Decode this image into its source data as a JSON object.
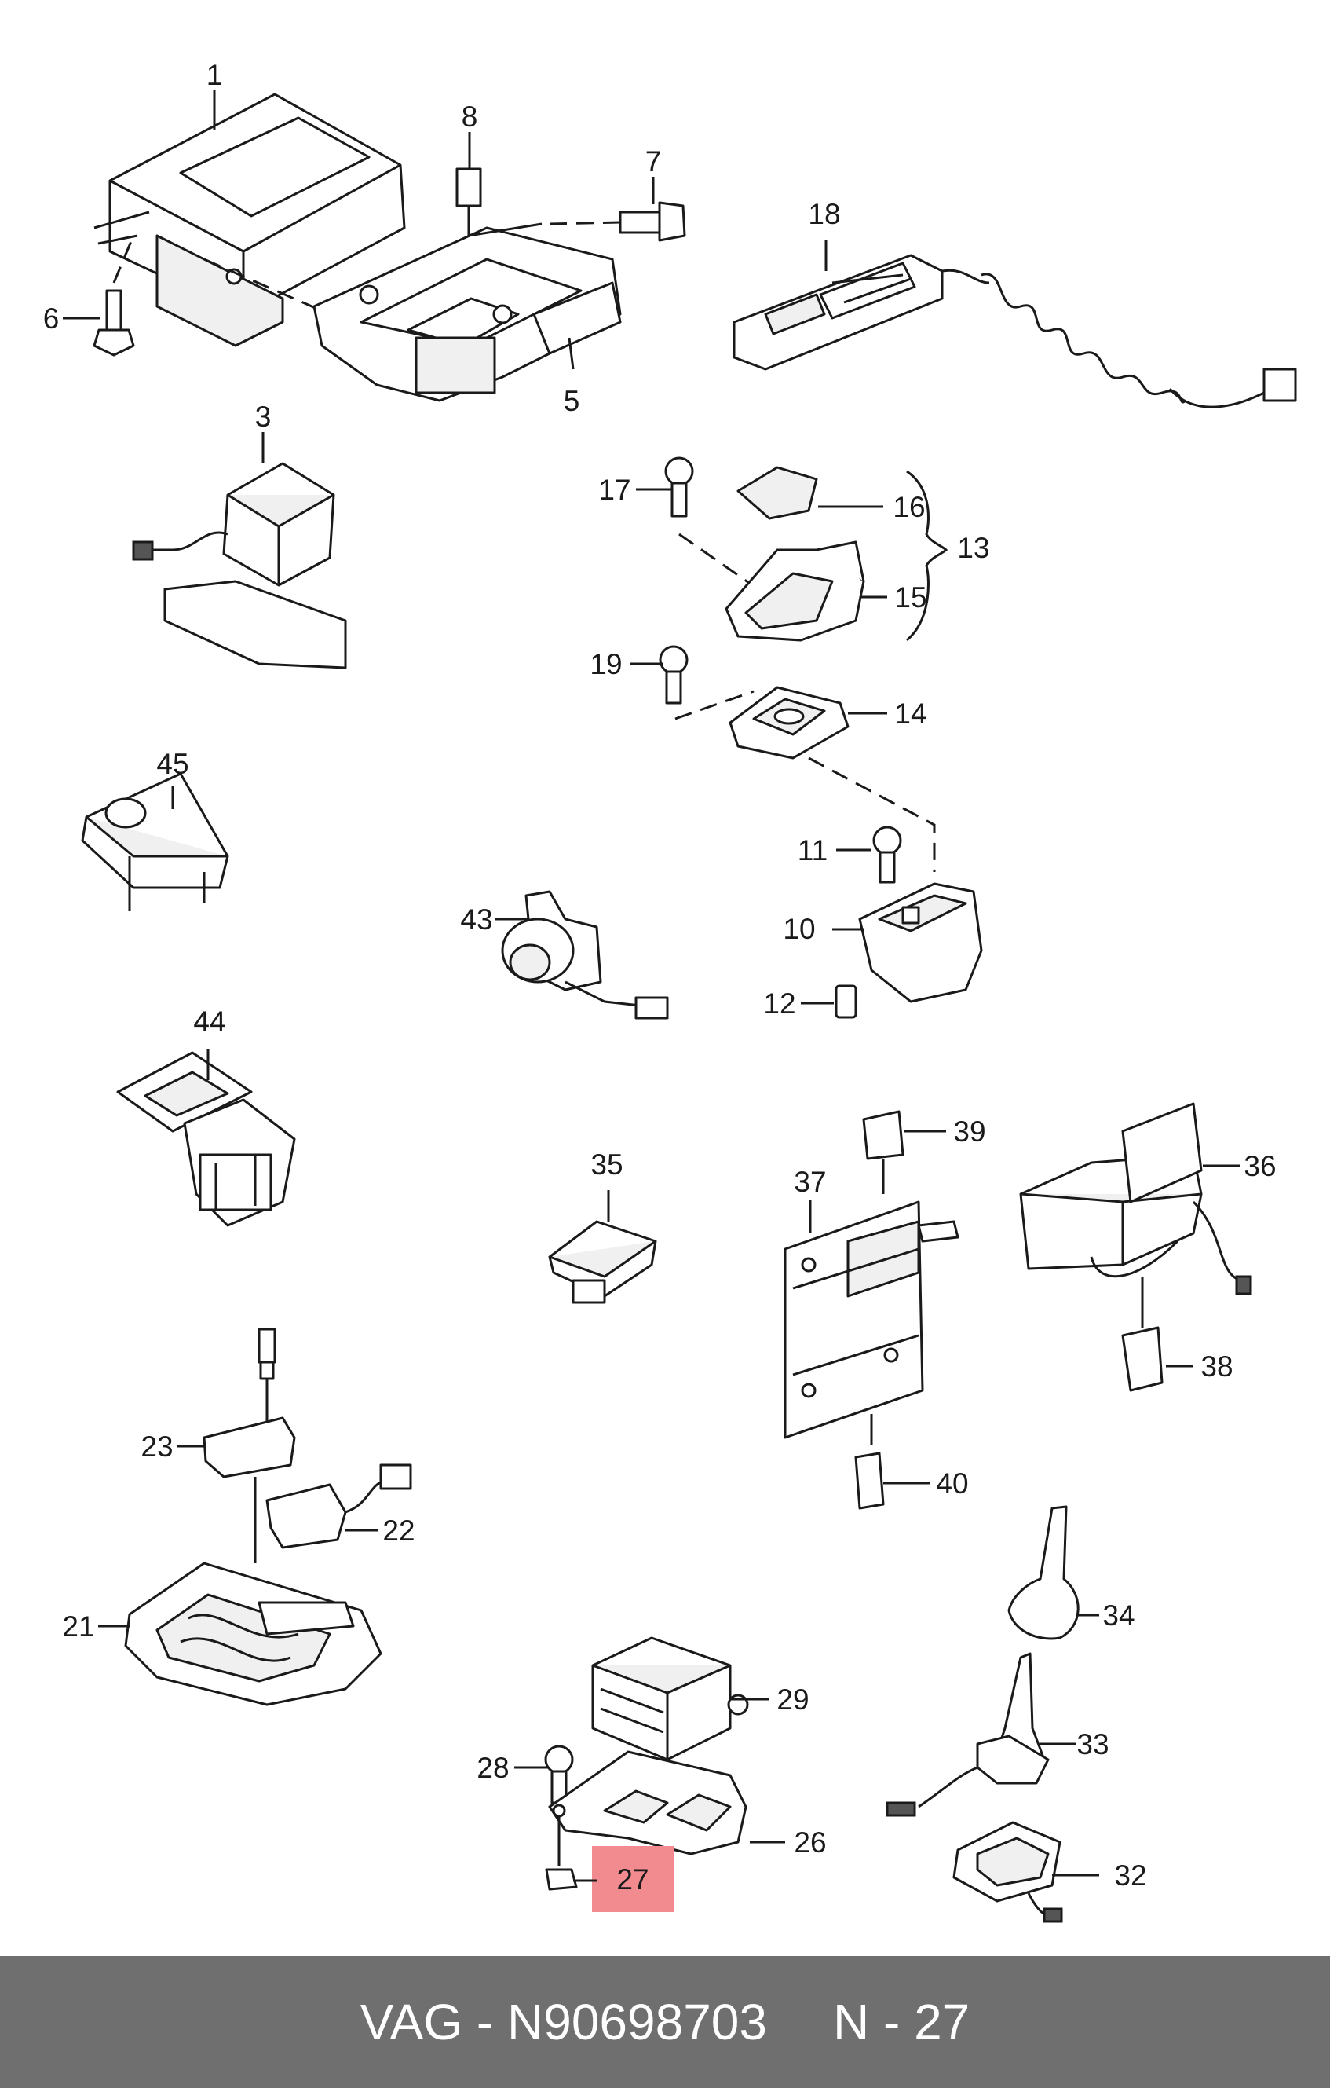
{
  "highlight": {
    "label": "27",
    "color": "#f28b8f"
  },
  "labels": [
    "1",
    "3",
    "5",
    "6",
    "7",
    "8",
    "10",
    "11",
    "12",
    "13",
    "14",
    "15",
    "16",
    "17",
    "18",
    "19",
    "21",
    "22",
    "23",
    "26",
    "28",
    "29",
    "32",
    "33",
    "34",
    "35",
    "36",
    "37",
    "38",
    "39",
    "40",
    "43",
    "44",
    "45"
  ],
  "footer": {
    "brand": "VAG",
    "separator": " - ",
    "part_number": "N90698703",
    "position_prefix": "N - ",
    "position_number": "27",
    "background": "#6f6f6f"
  }
}
